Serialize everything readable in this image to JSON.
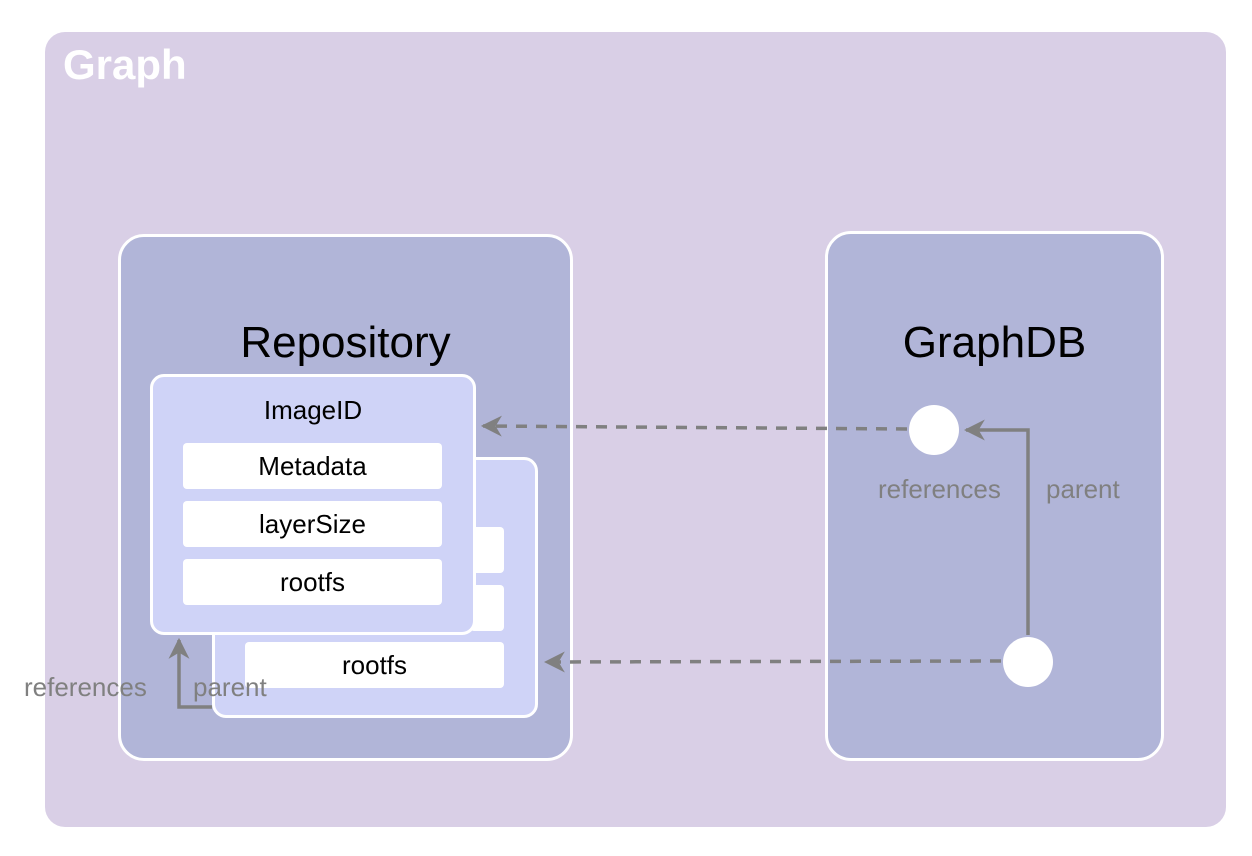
{
  "graph": {
    "title": "Graph",
    "repository": {
      "title": "Repository",
      "front_card": {
        "title": "ImageID",
        "fields": [
          "Metadata",
          "layerSize",
          "rootfs"
        ]
      },
      "back_card": {
        "fields": [
          "rootfs"
        ]
      },
      "labels": {
        "references": "references",
        "parent": "parent"
      }
    },
    "graphdb": {
      "title": "GraphDB",
      "labels": {
        "references": "references",
        "parent": "parent"
      }
    }
  },
  "colors": {
    "panel": "#d9cfe6",
    "box": "#b1b5d8",
    "card": "#cfd3f7",
    "connector": "#808080"
  }
}
